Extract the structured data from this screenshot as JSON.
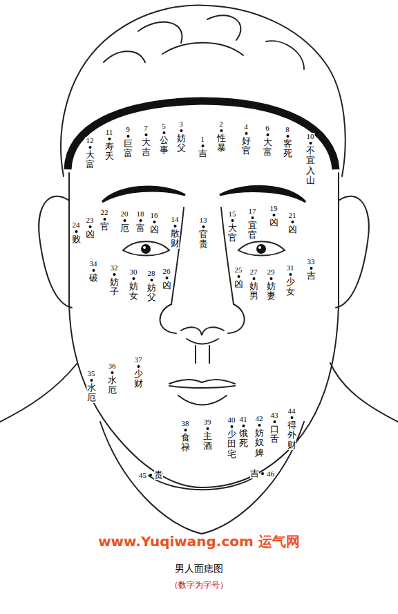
{
  "diagram": {
    "title": "男人面痣图",
    "caption": "（数字为字号）",
    "labels": [
      "12",
      "大富",
      "11",
      "寿夭",
      "9",
      "巨富",
      "7",
      "大吉",
      "5",
      "公事",
      "3",
      "妨父",
      "1",
      "吉",
      "2",
      "性暴",
      "4",
      "好官",
      "6",
      "大富",
      "8",
      "客死",
      "10",
      "不宜入山",
      "24",
      "败",
      "23",
      "凶",
      "22",
      "官",
      "20",
      "厄",
      "18",
      "富",
      "16",
      "凶",
      "14",
      "散财",
      "13",
      "官贵",
      "15",
      "大官",
      "17",
      "宜官",
      "19",
      "凶",
      "21",
      "凶",
      "34",
      "破",
      "32",
      "妨子",
      "30",
      "妨女",
      "28",
      "妨父",
      "26",
      "凶",
      "25",
      "凶",
      "27",
      "妨男",
      "29",
      "妨妻",
      "31",
      "少女",
      "33",
      "吉",
      "35",
      "水厄",
      "36",
      "水厄",
      "37",
      "少财",
      "38",
      "食禄",
      "39",
      "主酒",
      "40",
      "少田宅",
      "41",
      "饿死",
      "42",
      "妨奴婢",
      "43",
      "口舌",
      "44",
      "得外财",
      "45",
      "贵",
      "46",
      "吉",
      "www.Yuqiwang.com 运气网"
    ]
  }
}
